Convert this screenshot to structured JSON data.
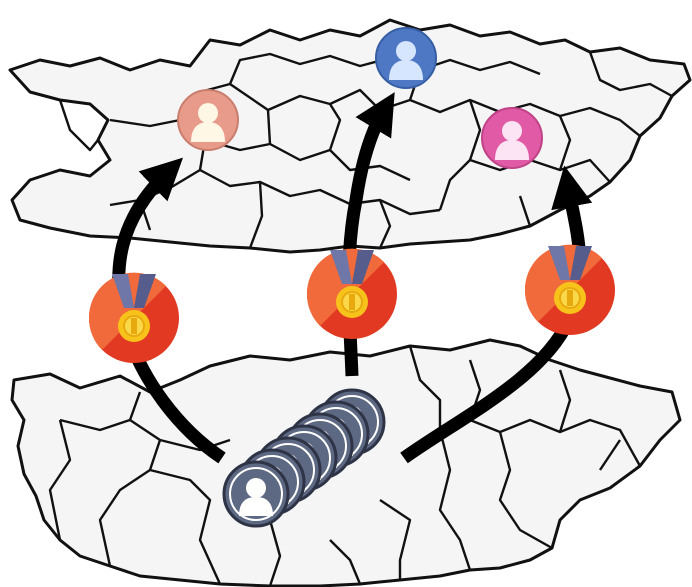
{
  "diagram": {
    "colors": {
      "background": "#ffffff",
      "map_fill": "#f2f2f2",
      "map_line": "#111111",
      "arrow": "#000000",
      "medal_circle_light": "#f06a3c",
      "medal_circle_dark": "#e23a22",
      "medal_ribbon": "#6f76a8",
      "medal_gold": "#f7c31b",
      "crowd_avatar": "#5d6883",
      "winner_1": "#e89b8a",
      "winner_2": "#4e78c4",
      "winner_3": "#e05aa6"
    },
    "source_crowd": {
      "icon": "user-icon",
      "count": 7
    },
    "winners": [
      {
        "name": "winner-avatar-left",
        "icon": "user-icon",
        "color": "#e89b8a"
      },
      {
        "name": "winner-avatar-center",
        "icon": "user-icon",
        "color": "#4e78c4"
      },
      {
        "name": "winner-avatar-right",
        "icon": "user-icon",
        "color": "#e05aa6"
      }
    ],
    "medals": [
      {
        "icon": "medal-icon"
      },
      {
        "icon": "medal-icon"
      },
      {
        "icon": "medal-icon"
      }
    ]
  }
}
